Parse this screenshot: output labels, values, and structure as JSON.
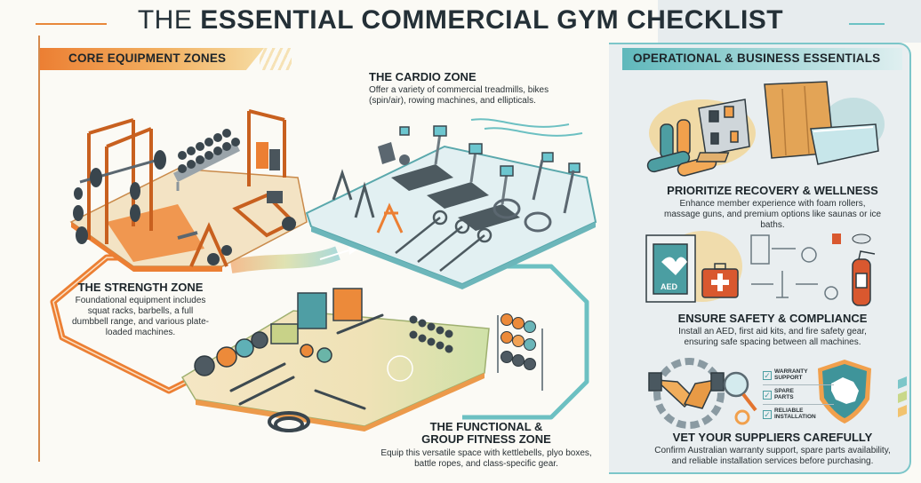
{
  "title": {
    "prefix": "THE",
    "main": "ESSENTIAL COMMERCIAL GYM CHECKLIST"
  },
  "left_section": {
    "banner": "CORE EQUIPMENT ZONES",
    "accent_color": "#ec7f33",
    "zones": [
      {
        "id": "cardio",
        "title": "THE CARDIO ZONE",
        "description": "Offer a variety of commercial treadmills, bikes (spin/air), rowing machines, and ellipticals.",
        "illustration_items": [
          "recumbent-bike",
          "treadmill",
          "treadmill",
          "treadmill",
          "elliptical",
          "elliptical",
          "upright-bike",
          "spin-bike",
          "spin-bike",
          "rowing-machine",
          "rowing-machine",
          "rowing-machine"
        ]
      },
      {
        "id": "strength",
        "title": "THE STRENGTH ZONE",
        "description": "Foundational equipment includes squat racks, barbells, a full dumbbell range, and various plate-loaded machines.",
        "illustration_items": [
          "squat-rack",
          "barbell",
          "dumbbell-rack",
          "cable-machine",
          "leg-press",
          "plate-loaded-machine"
        ]
      },
      {
        "id": "functional",
        "title_line1": "THE FUNCTIONAL &",
        "title_line2": "GROUP FITNESS ZONE",
        "description": "Equip this versatile space with kettlebells, plyo boxes, battle ropes, and class-specific gear.",
        "illustration_items": [
          "plyo-box",
          "plyo-box",
          "plyo-box",
          "kettlebell",
          "kettlebell",
          "kettlebell",
          "resistance-band",
          "battle-rope",
          "dumbbell-rack",
          "medicine-ball-rack"
        ]
      }
    ]
  },
  "right_section": {
    "banner": "OPERATIONAL & BUSINESS ESSENTIALS",
    "accent_color": "#5fb8bb",
    "items": [
      {
        "title": "PRIORITIZE RECOVERY & WELLNESS",
        "description": "Enhance member experience with foam rollers, massage guns, and premium options like saunas or ice baths.",
        "icons": [
          "foam-roller",
          "massage-gun-shelf",
          "sauna",
          "ice-bath"
        ]
      },
      {
        "title": "ENSURE SAFETY & COMPLIANCE",
        "description": "Install an AED, first aid kits, and fire safety gear, ensuring safe spacing between all machines.",
        "icons": [
          "aed-cabinet",
          "first-aid-kit",
          "machine-spacing",
          "fire-extinguisher",
          "smoke-detector"
        ],
        "aed_label": "AED"
      },
      {
        "title": "VET YOUR SUPPLIERS CAREFULLY",
        "description": "Confirm Australian warranty support, spare parts availability, and reliable installation services before purchasing.",
        "icons": [
          "handshake-gear",
          "magnifying-glass",
          "australia-shield"
        ],
        "checklist": [
          {
            "line1": "WARRANTY",
            "line2": "SUPPORT"
          },
          {
            "line1": "SPARE",
            "line2": "PARTS"
          },
          {
            "line1": "RELIABLE",
            "line2": "INSTALLATION"
          }
        ]
      }
    ]
  }
}
